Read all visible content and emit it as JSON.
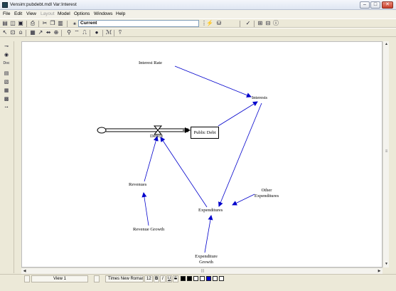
{
  "window": {
    "title": "Vensim:pubdebt.mdl Var:Interest",
    "minimize_glyph": "–",
    "maximize_glyph": "□",
    "close_glyph": "✕"
  },
  "menu": {
    "items": [
      {
        "label": "File",
        "disabled": false
      },
      {
        "label": "Edit",
        "disabled": false
      },
      {
        "label": "View",
        "disabled": false
      },
      {
        "label": "Layout",
        "disabled": true
      },
      {
        "label": "Model",
        "disabled": false
      },
      {
        "label": "Options",
        "disabled": false
      },
      {
        "label": "Windows",
        "disabled": false
      },
      {
        "label": "Help",
        "disabled": false
      }
    ]
  },
  "toolbar": {
    "run_name": "Current"
  },
  "palette": {
    "doc_label": "Doc"
  },
  "diagram": {
    "variables": {
      "interest_rate": "Interest Rate",
      "interests": "Interests",
      "public_debt": "Public Debt",
      "deficit": "Deficit",
      "revenues": "Revenues",
      "revenue_growth": "Revenue Growth",
      "expenditures": "Expenditures",
      "other_expenditures": "Other Expenditures",
      "expenditure_growth": "Expenditure Growth"
    },
    "arrow_color": "#0000cc"
  },
  "statusbar": {
    "view": "View 1",
    "font": "Times New Roman",
    "font_size": "12",
    "bold_label": "B",
    "italic_label": "I",
    "underline_label": "U",
    "strike_label": "S"
  },
  "icons": [
    "app-icon",
    "new-icon",
    "open-icon",
    "save-icon",
    "print-icon",
    "cut-icon",
    "copy-icon",
    "paste-icon",
    "run-icon",
    "sensitivity-icon",
    "pointer-icon",
    "lock-icon"
  ]
}
